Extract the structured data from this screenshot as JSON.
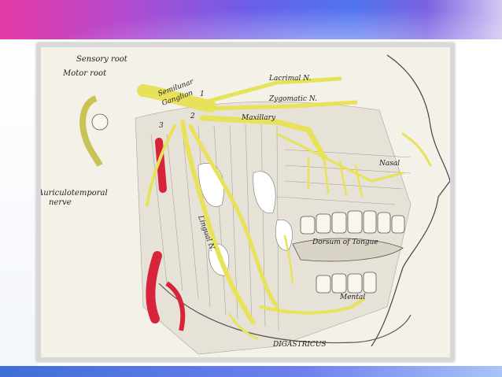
{
  "illustration": {
    "labels": {
      "sensory_root": "Sensory root",
      "motor_root": "Motor root",
      "auriculotemporal_1": "Auriculotemporal",
      "auriculotemporal_2": "nerve",
      "lacrimal": "Lacrimal N.",
      "zygomatic": "Zygomatic N.",
      "maxillary": "Maxillary",
      "semilunar": "Semilunar",
      "ganglion": "Ganglion",
      "num_1": "1",
      "num_2": "2",
      "num_3": "3",
      "dorsum": "Dorsum of Tongue",
      "mental": "Mental",
      "digastricus": "DIGASTRICUS",
      "nasal": "Nasal",
      "lingual": "Lingual N."
    },
    "colors": {
      "nerve": "#e8e25a",
      "artery": "#d8243a",
      "background": "#f4f1e8",
      "ink": "#3a3a3a"
    }
  }
}
